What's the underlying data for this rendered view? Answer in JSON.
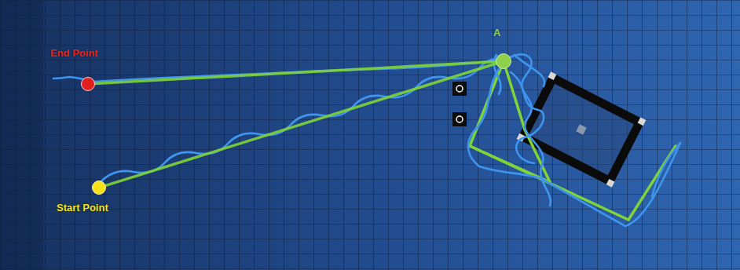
{
  "diagram": {
    "nodes": [
      {
        "text": [
          "End Point"
        ]
      },
      {
        "text": [
          "A"
        ]
      },
      {
        "text": [
          "Start Point"
        ]
      }
    ],
    "edges": [
      {
        "from": 2,
        "to": 1,
        "arrow": "none"
      },
      {
        "from": 1,
        "to": 0,
        "arrow": "none"
      }
    ]
  }
}
